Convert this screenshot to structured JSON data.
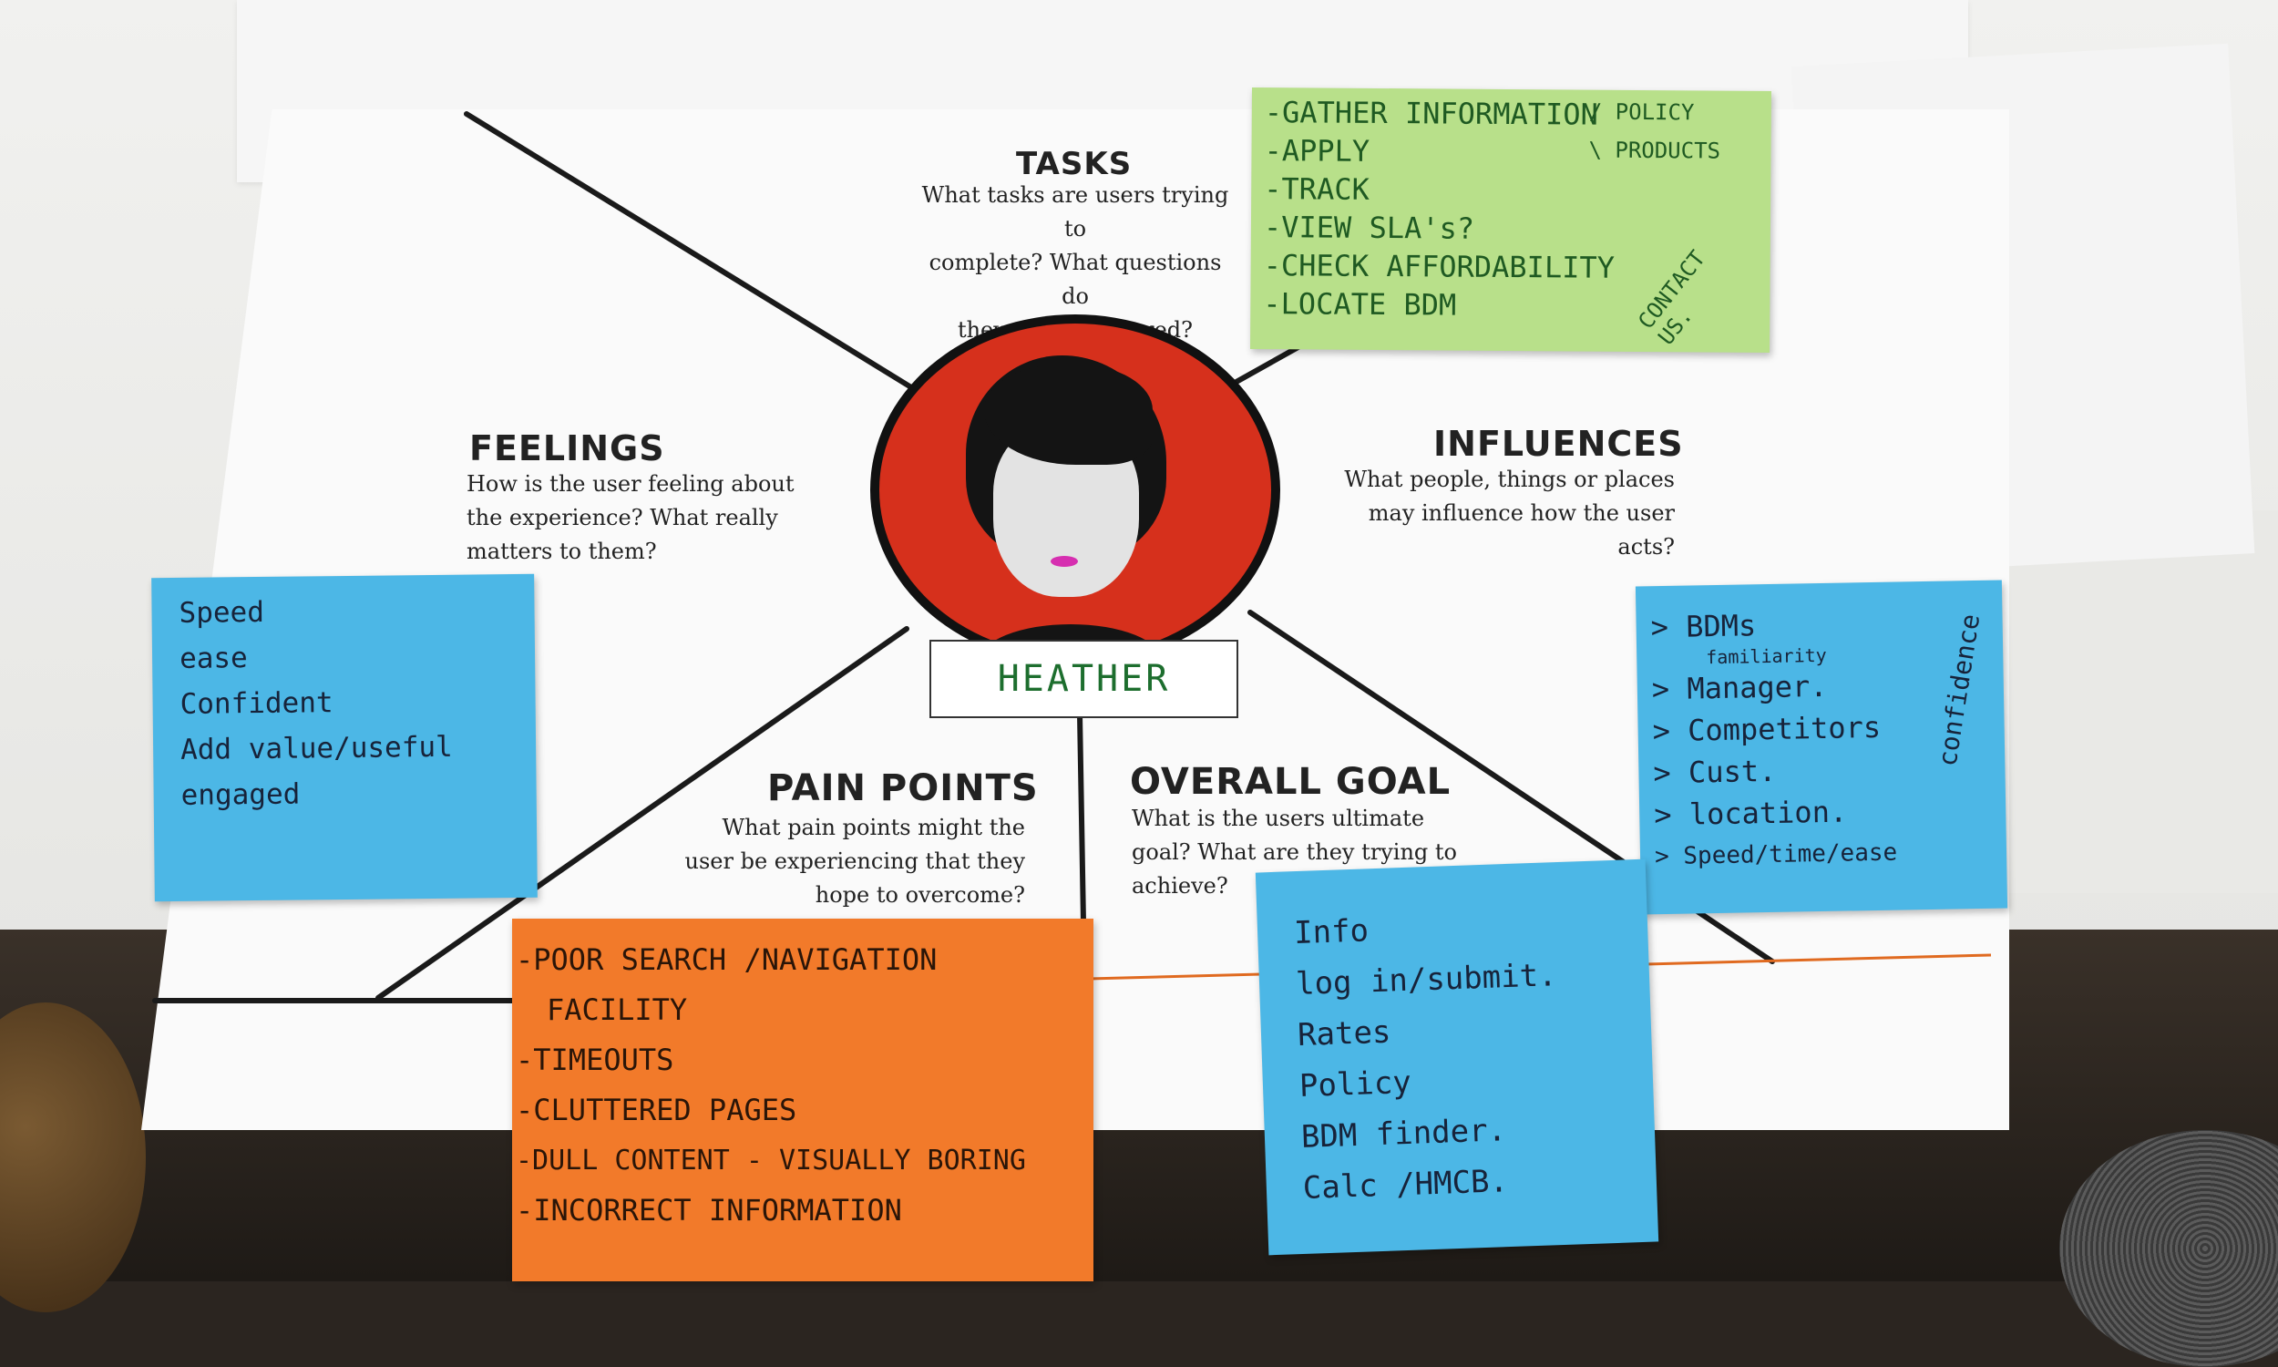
{
  "sections": {
    "tasks": {
      "heading": "TASKS",
      "prompt": [
        "What tasks are users trying to",
        "complete? What questions do",
        "they need answered?"
      ]
    },
    "feelings": {
      "heading": "FEELINGS",
      "prompt": [
        "How is the user feeling about",
        "the experience? What really",
        "matters to them?"
      ]
    },
    "influences": {
      "heading": "INFLUENCES",
      "prompt": [
        "What people, things or places",
        "may influence how the user",
        "acts?"
      ]
    },
    "pain_points": {
      "heading": "PAIN POINTS",
      "prompt": [
        "What pain points might the",
        "user be experiencing that they",
        "hope to overcome?"
      ]
    },
    "overall_goal": {
      "heading": "OVERALL GOAL",
      "prompt": [
        "What is the users ultimate",
        "goal? What are they trying to",
        "achieve?"
      ]
    }
  },
  "persona": {
    "name": "HEATHER"
  },
  "notes": {
    "tasks": {
      "items": [
        "-GATHER INFORMATION",
        "-APPLY",
        "-TRACK",
        "-VIEW SLA's?",
        "-CHECK AFFORDABILITY",
        "-LOCATE BDM"
      ],
      "aside_policy": "/ POLICY",
      "aside_products": "\\ PRODUCTS",
      "aside_contact": "CONTACT US."
    },
    "feelings": {
      "items": [
        "Speed",
        "ease",
        "Confident",
        "Add value/useful",
        "engaged"
      ]
    },
    "influences": {
      "items": [
        "> BDMs",
        "familiarity",
        "> Manager.",
        "> Competitors",
        "> Cust.",
        "> location.",
        "> Speed/time/ease"
      ],
      "vertical": "confidence"
    },
    "pain_points": {
      "items": [
        "-POOR SEARCH /NAVIGATION",
        "FACILITY",
        "-TIMEOUTS",
        "-CLUTTERED PAGES",
        "-DULL CONTENT - VISUALLY BORING",
        "-INCORRECT INFORMATION"
      ]
    },
    "overall_goal": {
      "items": [
        "Info",
        "log in/submit.",
        "Rates",
        "Policy",
        "BDM finder.",
        "Calc /HMCB."
      ]
    }
  },
  "colors": {
    "green_note": "#b8e08a",
    "blue_note": "#4cb7e6",
    "orange_note": "#f27a2a",
    "avatar_red": "#d6301c",
    "ink_green": "#1f5a22"
  }
}
